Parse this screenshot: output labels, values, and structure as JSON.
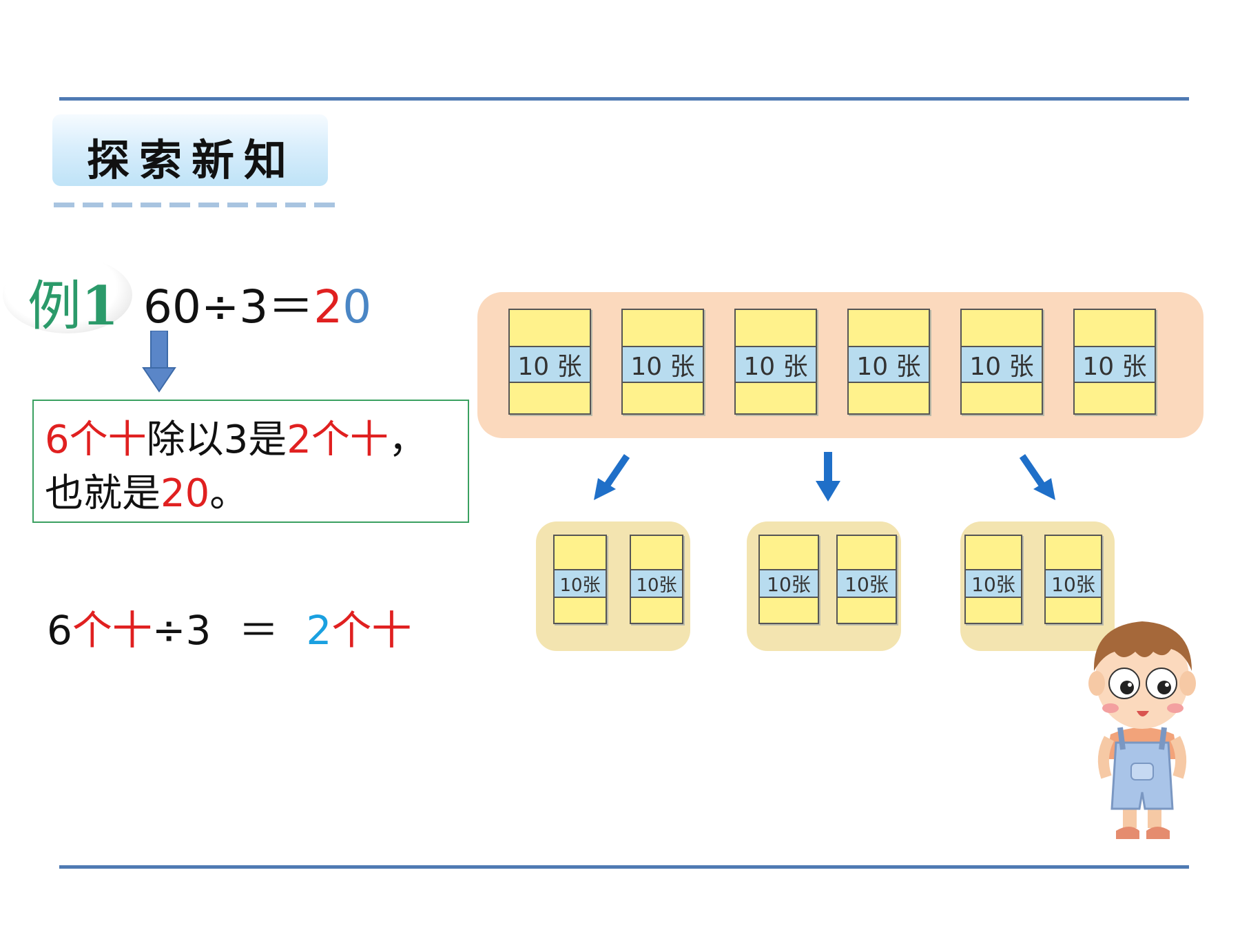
{
  "section_title": "探索新知",
  "example_badge": {
    "prefix": "例",
    "number": "1"
  },
  "equation_main": {
    "dividend": "60",
    "op": "÷",
    "divisor": "3",
    "eq": "＝",
    "ans_tens": "2",
    "ans_ones": "0"
  },
  "note": {
    "p1": "6个十",
    "p2": "除以3是",
    "p3": "2个十",
    "p4": "，也就是",
    "p5": "20",
    "p6": "。"
  },
  "equation_tens": {
    "num": "6",
    "unit": "个十",
    "op": "÷3",
    "eq": "＝",
    "ans_num": "2",
    "ans_unit": "个十"
  },
  "pack_label": "10 张",
  "pack_label_small": "10张",
  "colors": {
    "accent_line": "#4f7ab3",
    "red": "#e02020",
    "blue": "#1aa0e0",
    "tray_top": "#fbd9bd",
    "tray_small": "#f3e4b0",
    "pack": "#fff28c",
    "band": "#b8dcef",
    "arrow": "#1f6fc8"
  }
}
